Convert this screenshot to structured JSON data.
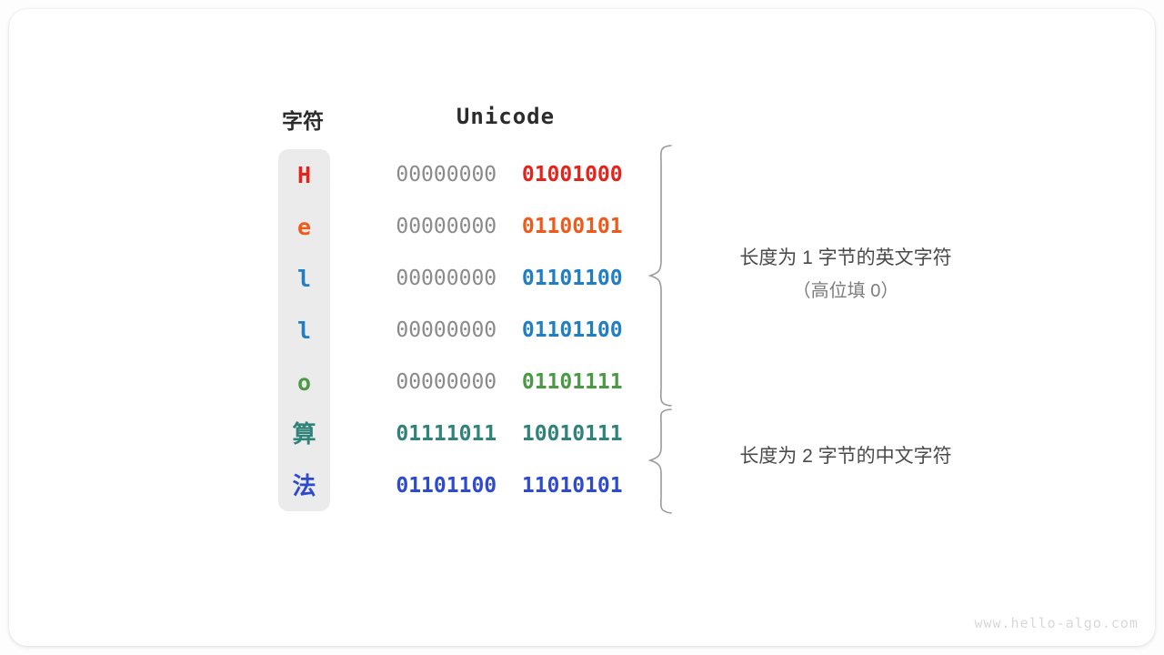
{
  "headers": {
    "character": "字符",
    "encoding": "Unicode"
  },
  "rows": [
    {
      "char": "H",
      "char_color": "#e5231b",
      "high_byte": "00000000",
      "low_byte": "01001000",
      "high_colored": false,
      "cjk": false
    },
    {
      "char": "e",
      "char_color": "#ef5a1a",
      "high_byte": "00000000",
      "low_byte": "01100101",
      "high_colored": false,
      "cjk": false
    },
    {
      "char": "l",
      "char_color": "#1f7ec4",
      "high_byte": "00000000",
      "low_byte": "01101100",
      "high_colored": false,
      "cjk": false
    },
    {
      "char": "l",
      "char_color": "#1f7ec4",
      "high_byte": "00000000",
      "low_byte": "01101100",
      "high_colored": false,
      "cjk": false
    },
    {
      "char": "o",
      "char_color": "#4a9a45",
      "high_byte": "00000000",
      "low_byte": "01101111",
      "high_colored": false,
      "cjk": false
    },
    {
      "char": "算",
      "char_color": "#2f8378",
      "high_byte": "01111011",
      "low_byte": "10010111",
      "high_colored": true,
      "cjk": true
    },
    {
      "char": "法",
      "char_color": "#2e4ad0",
      "high_byte": "01101100",
      "low_byte": "11010101",
      "high_colored": true,
      "cjk": true
    }
  ],
  "annotations": [
    {
      "main": "长度为  1  字节的英文字符",
      "sub": "（高位填  0）"
    },
    {
      "main": "长度为  2  字节的中文字符",
      "sub": ""
    }
  ],
  "watermark": "www.hello-algo.com",
  "colors": {
    "pill_background": "#ebebeb",
    "high_byte_grey": "#8a8a8a",
    "brace_stroke": "#9a9a9a",
    "annotation_text": "#4a4a4a",
    "card_background": "#ffffff"
  }
}
